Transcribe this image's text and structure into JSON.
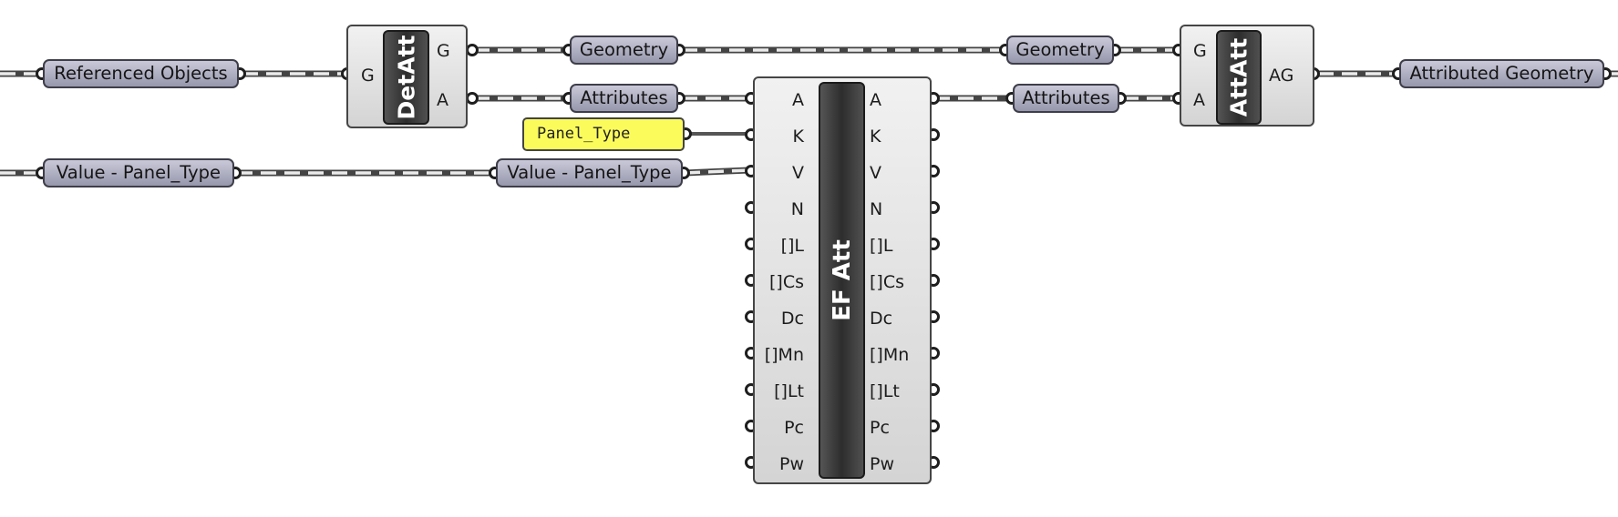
{
  "relays": {
    "referenced_objects": "Referenced Objects",
    "value_panel_type_left": "Value - Panel_Type",
    "value_panel_type_right": "Value - Panel_Type",
    "geometry_1": "Geometry",
    "attributes_1": "Attributes",
    "geometry_2": "Geometry",
    "attributes_2": "Attributes",
    "attributed_geometry": "Attributed Geometry"
  },
  "panel": {
    "text": "Panel_Type",
    "color": "#fbfb5c"
  },
  "components": {
    "detatt": {
      "name": "DetAtt",
      "inputs": [
        "G"
      ],
      "outputs": [
        "G",
        "A"
      ]
    },
    "efatt": {
      "name": "EF Att",
      "inputs": [
        "A",
        "K",
        "V",
        "N",
        "[]L",
        "[]Cs",
        "Dc",
        "[]Mn",
        "[]Lt",
        "Pc",
        "Pw"
      ],
      "outputs": [
        "A",
        "K",
        "V",
        "N",
        "[]L",
        "[]Cs",
        "Dc",
        "[]Mn",
        "[]Lt",
        "Pc",
        "Pw"
      ]
    },
    "attatt": {
      "name": "AttAtt",
      "inputs": [
        "G",
        "A"
      ],
      "outputs": [
        "AG"
      ]
    }
  },
  "colors": {
    "wire": "#6a6a6a",
    "relay": "#a8a8bc",
    "component": "#dcdcdc",
    "bar": "#3a3a3a"
  }
}
